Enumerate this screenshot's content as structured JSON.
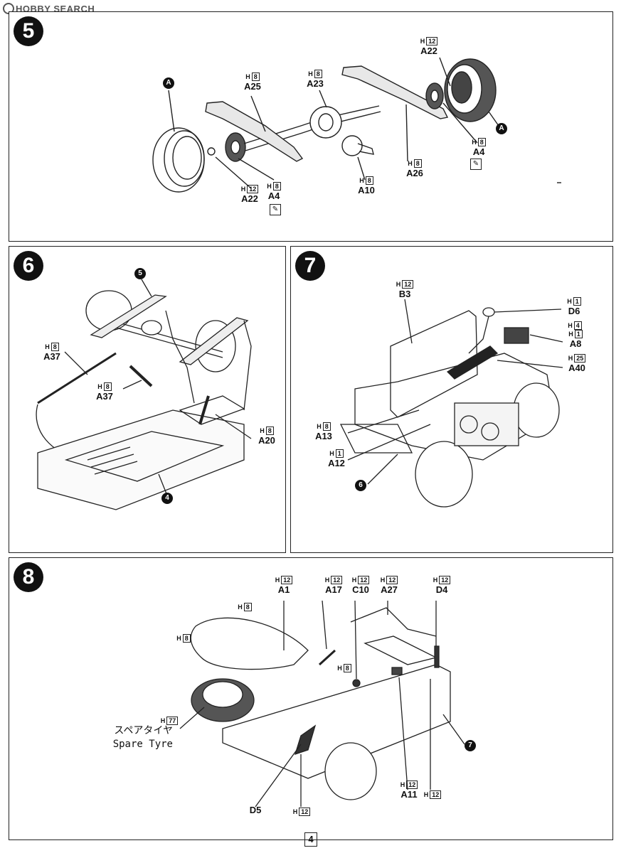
{
  "watermark": "HOBBY SEARCH",
  "page_number": "4",
  "step5": {
    "number": "5",
    "labels": [
      {
        "id": "A22t",
        "part": "A22",
        "code": "H",
        "color": "12"
      },
      {
        "id": "A25",
        "part": "A25",
        "code": "H",
        "color": "8"
      },
      {
        "id": "A23",
        "part": "A23",
        "code": "H",
        "color": "8"
      },
      {
        "id": "A26",
        "part": "A26",
        "code": "H",
        "color": "8"
      },
      {
        "id": "A10",
        "part": "A10",
        "code": "H",
        "color": "8"
      },
      {
        "id": "A4r",
        "part": "A4",
        "code": "H",
        "color": "8"
      },
      {
        "id": "A4l",
        "part": "A4",
        "code": "H",
        "color": "8"
      },
      {
        "id": "A22b",
        "part": "A22",
        "code": "H",
        "color": "12"
      }
    ],
    "markers": [
      "A",
      "A"
    ]
  },
  "step6": {
    "number": "6",
    "labels": [
      {
        "id": "A37a",
        "part": "A37",
        "code": "H",
        "color": "8"
      },
      {
        "id": "A37b",
        "part": "A37",
        "code": "H",
        "color": "8"
      },
      {
        "id": "A20",
        "part": "A20",
        "code": "H",
        "color": "8"
      }
    ],
    "markers": [
      "5",
      "4"
    ]
  },
  "step7": {
    "number": "7",
    "labels": [
      {
        "id": "B3",
        "part": "B3",
        "code": "H",
        "color": "12"
      },
      {
        "id": "D6",
        "part": "D6",
        "code": "H",
        "color": "1"
      },
      {
        "id": "A8",
        "part": "A8",
        "code": "H",
        "color": "1"
      },
      {
        "id": "A8c",
        "part": "",
        "code": "H",
        "color": "4"
      },
      {
        "id": "A40",
        "part": "A40",
        "code": "H",
        "color": "25"
      },
      {
        "id": "A13",
        "part": "A13",
        "code": "H",
        "color": "8"
      },
      {
        "id": "A12",
        "part": "A12",
        "code": "H",
        "color": "1"
      }
    ],
    "markers": [
      "6"
    ]
  },
  "step8": {
    "number": "8",
    "labels": [
      {
        "id": "A1",
        "part": "A1",
        "code": "H",
        "color": "12"
      },
      {
        "id": "A17",
        "part": "A17",
        "code": "H",
        "color": "12"
      },
      {
        "id": "C10",
        "part": "C10",
        "code": "H",
        "color": "12"
      },
      {
        "id": "A27",
        "part": "A27",
        "code": "H",
        "color": "12"
      },
      {
        "id": "D4",
        "part": "D4",
        "code": "H",
        "color": "12"
      },
      {
        "id": "H8a",
        "part": "",
        "code": "H",
        "color": "8"
      },
      {
        "id": "H8b",
        "part": "",
        "code": "H",
        "color": "8"
      },
      {
        "id": "H8c",
        "part": "",
        "code": "H",
        "color": "8"
      },
      {
        "id": "H77",
        "part": "",
        "code": "H",
        "color": "77"
      },
      {
        "id": "A11",
        "part": "A11",
        "code": "H",
        "color": "12"
      },
      {
        "id": "H12x",
        "part": "",
        "code": "H",
        "color": "12"
      },
      {
        "id": "D5",
        "part": "D5",
        "code": "H",
        "color": "12"
      }
    ],
    "spare_jp": "スペアタイヤ",
    "spare_en": "Spare Tyre",
    "markers": [
      "7"
    ]
  }
}
